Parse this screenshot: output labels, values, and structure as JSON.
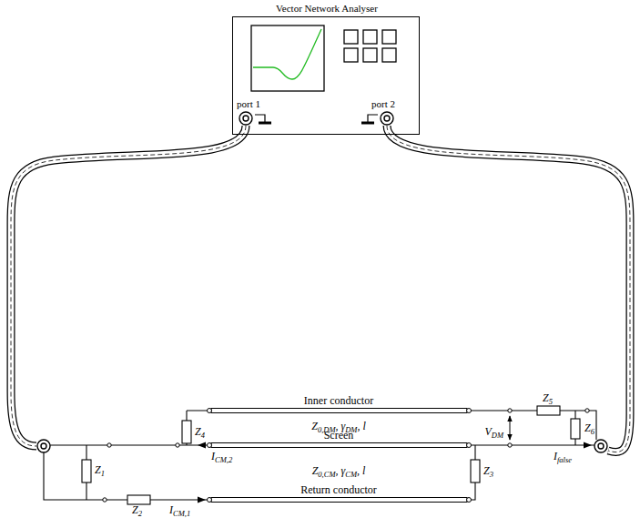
{
  "diagram": {
    "nodes": [
      {
        "text": [
          "Vector Network Analyser",
          "port 1",
          "port 2"
        ]
      }
    ],
    "labels": [
      "Inner conductor",
      "Screen",
      "Return conductor",
      "Z0,DM, γDM, l",
      "Z0,CM, γCM, l",
      "Z1",
      "Z2",
      "Z3",
      "Z4",
      "Z5",
      "Z6",
      "VDM",
      "ICM,2",
      "ICM,1",
      "Ifalse"
    ]
  }
}
